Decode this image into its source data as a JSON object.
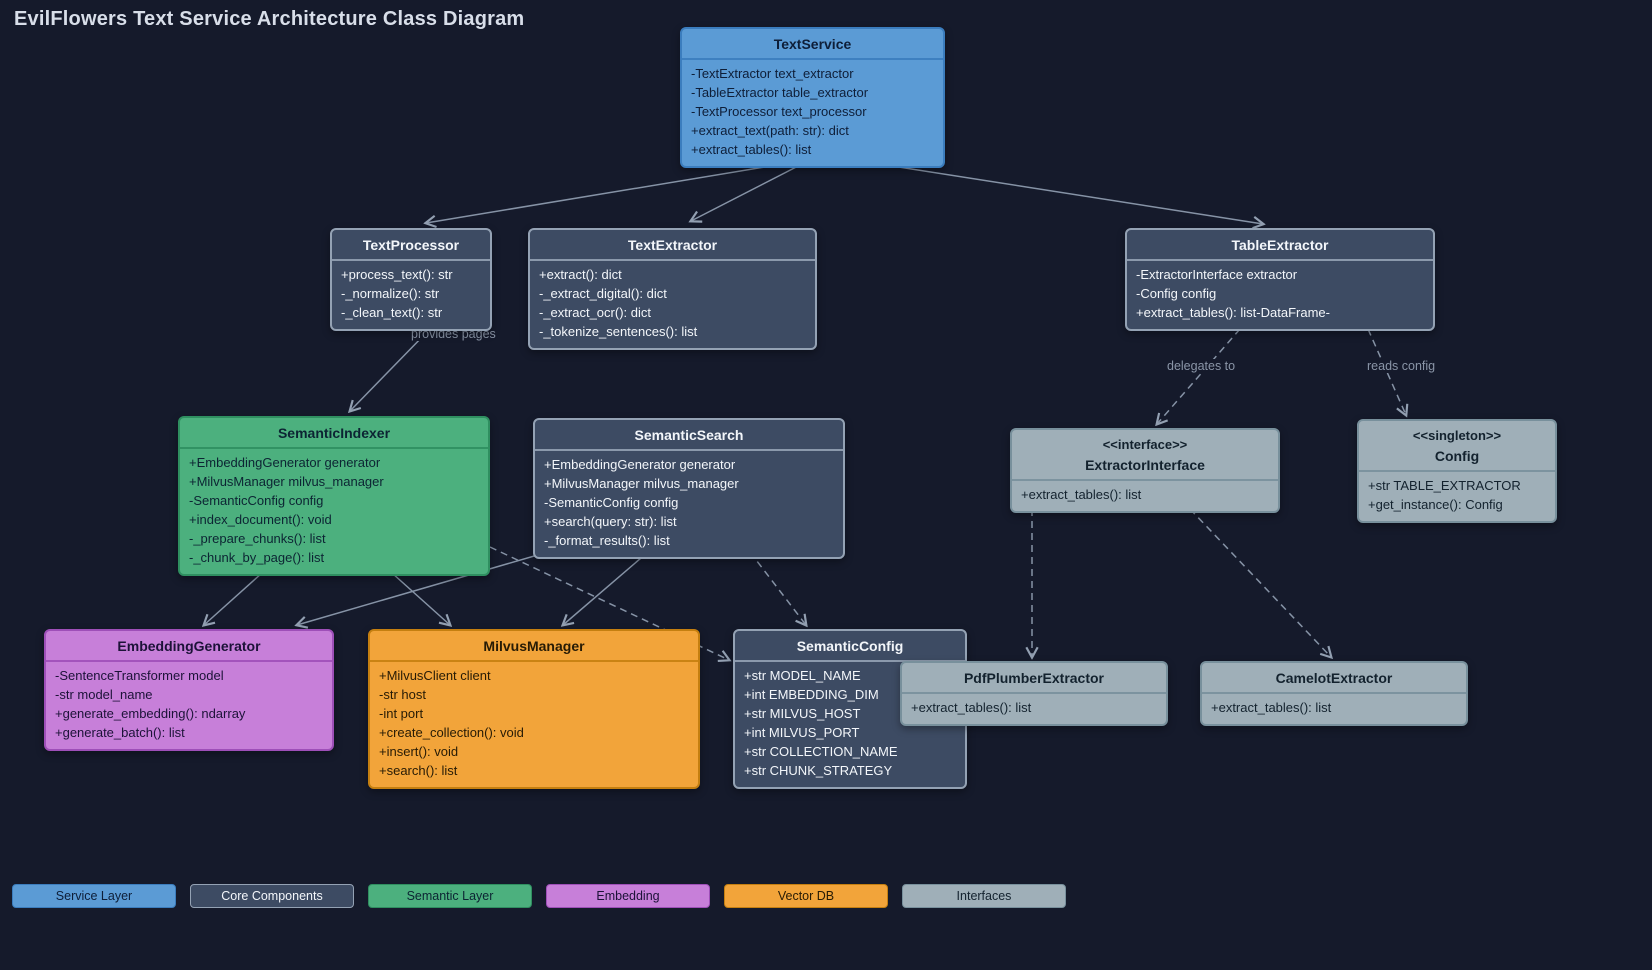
{
  "page": {
    "title": "EvilFlowers Text Service Architecture Class Diagram",
    "background": "#151A2B"
  },
  "classes": {
    "text_service": {
      "name": "TextService",
      "members": [
        "-TextExtractor text_extractor",
        "-TableExtractor table_extractor",
        "-TextProcessor text_processor",
        "+extract_text(path: str): dict",
        "+extract_tables(): list"
      ]
    },
    "text_processor": {
      "name": "TextProcessor",
      "members": [
        "+process_text(): str",
        "-_normalize(): str",
        "-_clean_text(): str"
      ]
    },
    "text_extractor": {
      "name": "TextExtractor",
      "members": [
        "+extract(): dict",
        "-_extract_digital(): dict",
        "-_extract_ocr(): dict",
        "-_tokenize_sentences(): list"
      ]
    },
    "table_extractor": {
      "name": "TableExtractor",
      "members": [
        "-ExtractorInterface extractor",
        "-Config config",
        "+extract_tables(): list-DataFrame-"
      ]
    },
    "semantic_indexer": {
      "name": "SemanticIndexer",
      "members": [
        "+EmbeddingGenerator generator",
        "+MilvusManager milvus_manager",
        "-SemanticConfig config",
        "+index_document(): void",
        "-_prepare_chunks(): list",
        "-_chunk_by_page(): list"
      ]
    },
    "semantic_search": {
      "name": "SemanticSearch",
      "members": [
        "+EmbeddingGenerator generator",
        "+MilvusManager milvus_manager",
        "-SemanticConfig config",
        "+search(query: str): list",
        "-_format_results(): list"
      ]
    },
    "extractor_interface": {
      "stereotype": "<<interface>>",
      "name": "ExtractorInterface",
      "members": [
        "+extract_tables(): list"
      ]
    },
    "config": {
      "stereotype": "<<singleton>>",
      "name": "Config",
      "members": [
        "+str TABLE_EXTRACTOR",
        "+get_instance(): Config"
      ]
    },
    "embedding_generator": {
      "name": "EmbeddingGenerator",
      "members": [
        "-SentenceTransformer model",
        "-str model_name",
        "+generate_embedding(): ndarray",
        "+generate_batch(): list"
      ]
    },
    "milvus_manager": {
      "name": "MilvusManager",
      "members": [
        "+MilvusClient client",
        "-str host",
        "-int port",
        "+create_collection(): void",
        "+insert(): void",
        "+search(): list"
      ]
    },
    "semantic_config": {
      "name": "SemanticConfig",
      "members": [
        "+str MODEL_NAME",
        "+int EMBEDDING_DIM",
        "+str MILVUS_HOST",
        "+int MILVUS_PORT",
        "+str COLLECTION_NAME",
        "+str CHUNK_STRATEGY"
      ]
    },
    "pdfplumber_extractor": {
      "name": "PdfPlumberExtractor",
      "members": [
        "+extract_tables(): list"
      ]
    },
    "camelot_extractor": {
      "name": "CamelotExtractor",
      "members": [
        "+extract_tables(): list"
      ]
    }
  },
  "edge_labels": {
    "provides_pages": "provides pages",
    "delegates_to": "delegates to",
    "reads_config": "reads config"
  },
  "legend": [
    {
      "label": "Service Layer",
      "color": "#5B9BD5"
    },
    {
      "label": "Core Components",
      "color": "#3D4B63"
    },
    {
      "label": "Semantic Layer",
      "color": "#4CB07E"
    },
    {
      "label": "Embedding",
      "color": "#C77FD9"
    },
    {
      "label": "Vector DB",
      "color": "#F2A43A"
    },
    {
      "label": "Interfaces",
      "color": "#9FAFB8"
    }
  ]
}
